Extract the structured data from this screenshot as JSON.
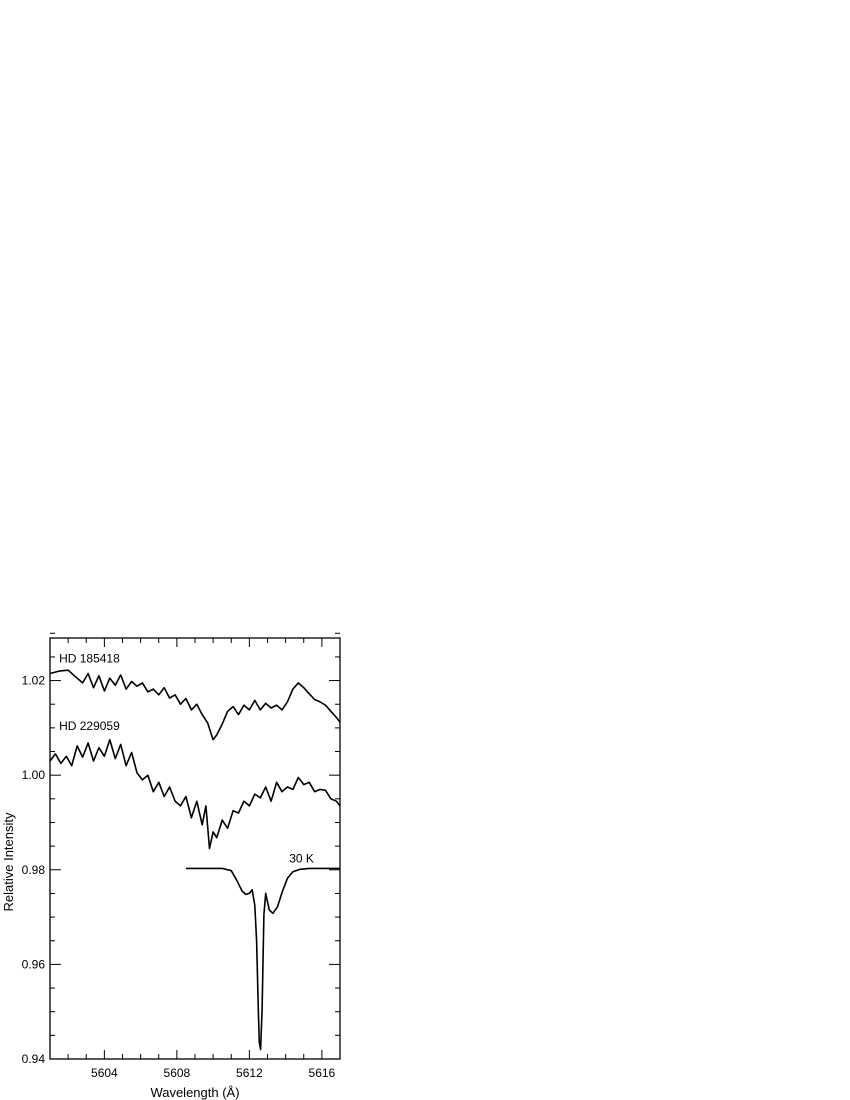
{
  "chart_data": {
    "type": "line",
    "title": "",
    "xlabel": "Wavelength (Å)",
    "ylabel": "Relative Intensity",
    "xlim": [
      5601.0,
      5617.0
    ],
    "ylim": [
      0.94,
      1.029
    ],
    "xticks": [
      5604,
      5608,
      5612,
      5616
    ],
    "xtick_labels": [
      "5604",
      "5608",
      "5612",
      "5616"
    ],
    "xminor_step": 1,
    "yticks": [
      0.94,
      0.96,
      0.98,
      1.0,
      1.02
    ],
    "ytick_labels": [
      "0.94",
      "0.96",
      "0.98",
      "1.00",
      "1.02"
    ],
    "yminor_step": 0.005,
    "grid": false,
    "line_color": "#000000",
    "series": [
      {
        "name": "HD 185418",
        "x": [
          5601.0,
          5601.5,
          5602.0,
          5602.5,
          5602.8,
          5603.1,
          5603.4,
          5603.7,
          5604.0,
          5604.3,
          5604.6,
          5604.9,
          5605.2,
          5605.5,
          5605.8,
          5606.1,
          5606.4,
          5606.7,
          5607.0,
          5607.3,
          5607.6,
          5607.9,
          5608.2,
          5608.5,
          5608.8,
          5609.1,
          5609.4,
          5609.7,
          5610.0,
          5610.2,
          5610.5,
          5610.8,
          5611.1,
          5611.4,
          5611.7,
          5612.0,
          5612.3,
          5612.6,
          5612.9,
          5613.2,
          5613.5,
          5613.8,
          5614.1,
          5614.4,
          5614.7,
          5615.0,
          5615.3,
          5615.6,
          5615.9,
          5616.2,
          5616.5,
          5616.8,
          5617.0
        ],
        "y": [
          1.0215,
          1.022,
          1.0222,
          1.0205,
          1.0195,
          1.0215,
          1.0185,
          1.021,
          1.0178,
          1.0205,
          1.019,
          1.0212,
          1.0182,
          1.0198,
          1.0188,
          1.0195,
          1.0176,
          1.0182,
          1.017,
          1.0185,
          1.0163,
          1.017,
          1.015,
          1.0162,
          1.0138,
          1.015,
          1.0128,
          1.011,
          1.0075,
          1.0085,
          1.0108,
          1.0135,
          1.0145,
          1.0128,
          1.0148,
          1.0138,
          1.0158,
          1.0138,
          1.0152,
          1.0142,
          1.0148,
          1.0138,
          1.0155,
          1.0182,
          1.0195,
          1.0185,
          1.0172,
          1.016,
          1.0155,
          1.0148,
          1.0135,
          1.0122,
          1.0112
        ]
      },
      {
        "name": "HD 229059",
        "x": [
          5601.0,
          5601.3,
          5601.6,
          5601.9,
          5602.2,
          5602.5,
          5602.8,
          5603.1,
          5603.4,
          5603.7,
          5604.0,
          5604.3,
          5604.6,
          5604.9,
          5605.2,
          5605.5,
          5605.8,
          5606.1,
          5606.4,
          5606.7,
          5607.0,
          5607.3,
          5607.6,
          5607.9,
          5608.2,
          5608.5,
          5608.8,
          5609.1,
          5609.4,
          5609.6,
          5609.8,
          5610.0,
          5610.2,
          5610.5,
          5610.8,
          5611.1,
          5611.4,
          5611.7,
          5612.0,
          5612.3,
          5612.6,
          5612.9,
          5613.2,
          5613.5,
          5613.8,
          5614.1,
          5614.4,
          5614.7,
          5615.0,
          5615.3,
          5615.6,
          5615.9,
          5616.2,
          5616.5,
          5616.8,
          5617.0
        ],
        "y": [
          1.003,
          1.0045,
          1.0025,
          1.004,
          1.002,
          1.0062,
          1.0038,
          1.0068,
          1.003,
          1.0058,
          1.004,
          1.0075,
          1.0035,
          1.0065,
          1.002,
          1.0048,
          1.0005,
          0.999,
          1.0,
          0.9965,
          0.9985,
          0.9955,
          0.9975,
          0.9945,
          0.9935,
          0.9955,
          0.991,
          0.9945,
          0.9895,
          0.9935,
          0.9845,
          0.988,
          0.9868,
          0.9905,
          0.9888,
          0.9925,
          0.992,
          0.9945,
          0.9935,
          0.996,
          0.9952,
          0.9975,
          0.9945,
          0.9985,
          0.9965,
          0.9975,
          0.997,
          0.9995,
          0.998,
          0.9985,
          0.9965,
          0.997,
          0.9968,
          0.995,
          0.9945,
          0.9935
        ]
      },
      {
        "name": "30 K",
        "x": [
          5608.5,
          5609.5,
          5610.5,
          5611.0,
          5611.3,
          5611.6,
          5611.8,
          5612.0,
          5612.15,
          5612.3,
          5612.4,
          5612.5,
          5612.55,
          5612.62,
          5612.7,
          5612.8,
          5612.9,
          5613.1,
          5613.3,
          5613.55,
          5613.8,
          5614.1,
          5614.4,
          5614.8,
          5615.3,
          5616.0,
          5617.0
        ],
        "y": [
          0.9803,
          0.9803,
          0.9803,
          0.9798,
          0.9778,
          0.9755,
          0.9748,
          0.975,
          0.9758,
          0.9725,
          0.965,
          0.9498,
          0.9435,
          0.942,
          0.9505,
          0.9705,
          0.975,
          0.9715,
          0.9708,
          0.9722,
          0.9752,
          0.9782,
          0.9796,
          0.9801,
          0.9803,
          0.9803,
          0.9803
        ]
      }
    ],
    "annotations": [
      {
        "text": "HD 185418",
        "x": 5601.5,
        "y": 1.0238
      },
      {
        "text": "HD 229059",
        "x": 5601.5,
        "y": 1.0095
      },
      {
        "text": "30 K",
        "x": 5614.2,
        "y": 0.9815
      }
    ]
  }
}
